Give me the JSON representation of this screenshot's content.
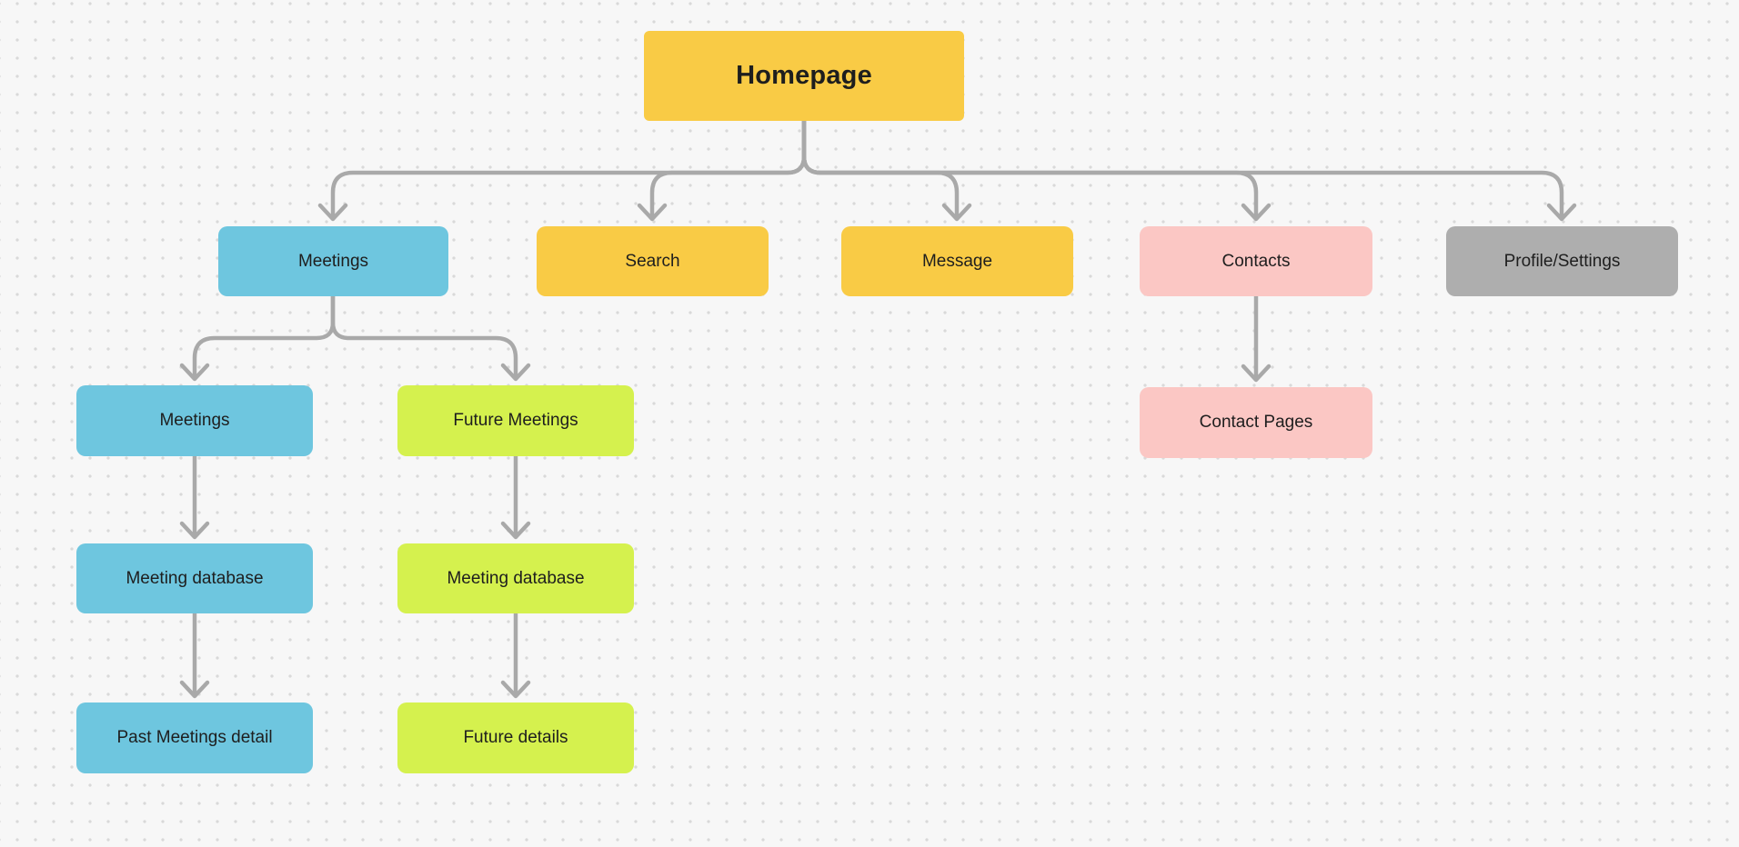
{
  "canvas": {
    "type": "whiteboard-sitemap-diagram",
    "background": "#F7F7F7",
    "dot_color": "#D9D9D9"
  },
  "palette": {
    "yellow": "#F9CB45",
    "blue": "#6EC6DF",
    "lime": "#D5F14E",
    "pink": "#FBC7C4",
    "gray": "#AEAEAE",
    "connector": "#A9A9A9",
    "text": "#1E1E1E"
  },
  "nodes": [
    {
      "id": "homepage",
      "label": "Homepage",
      "color": "#F9CB45"
    },
    {
      "id": "meetings",
      "label": "Meetings",
      "color": "#6EC6DF"
    },
    {
      "id": "search",
      "label": "Search",
      "color": "#F9CB45"
    },
    {
      "id": "message",
      "label": "Message",
      "color": "#F9CB45"
    },
    {
      "id": "contacts",
      "label": "Contacts",
      "color": "#FBC7C4"
    },
    {
      "id": "profile-settings",
      "label": "Profile/Settings",
      "color": "#AEAEAE"
    },
    {
      "id": "meetings-sub",
      "label": "Meetings",
      "color": "#6EC6DF"
    },
    {
      "id": "future-meetings",
      "label": "Future Meetings",
      "color": "#D5F14E"
    },
    {
      "id": "meeting-database-past",
      "label": "Meeting database",
      "color": "#6EC6DF"
    },
    {
      "id": "meeting-database-future",
      "label": "Meeting database",
      "color": "#D5F14E"
    },
    {
      "id": "past-meetings-detail",
      "label": "Past Meetings detail",
      "color": "#6EC6DF"
    },
    {
      "id": "future-details",
      "label": "Future details",
      "color": "#D5F14E"
    },
    {
      "id": "contact-pages",
      "label": "Contact Pages",
      "color": "#FBC7C4"
    }
  ],
  "connectors": [
    {
      "from": "Homepage",
      "to": "Meetings"
    },
    {
      "from": "Homepage",
      "to": "Search"
    },
    {
      "from": "Homepage",
      "to": "Message"
    },
    {
      "from": "Homepage",
      "to": "Contacts"
    },
    {
      "from": "Homepage",
      "to": "Profile/Settings"
    },
    {
      "from": "Meetings",
      "to": "Meetings"
    },
    {
      "from": "Meetings",
      "to": "Future Meetings"
    },
    {
      "from": "Meetings (sub)",
      "to": "Meeting database"
    },
    {
      "from": "Meeting database",
      "to": "Past Meetings detail"
    },
    {
      "from": "Future Meetings",
      "to": "Meeting database"
    },
    {
      "from": "Meeting database (future)",
      "to": "Future details"
    },
    {
      "from": "Contacts",
      "to": "Contact Pages"
    }
  ]
}
